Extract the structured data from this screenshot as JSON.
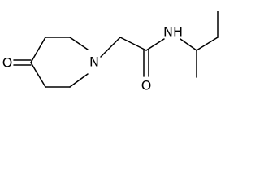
{
  "diagram": {
    "kind": "chemical-structure",
    "atoms": {
      "oxygen_ketone": "O",
      "nitrogen_ring": "N",
      "oxygen_amide": "O",
      "nitrogen_amide": "N",
      "hydrogen_amide": "H"
    },
    "colors": {
      "line": "#000000",
      "background": "#ffffff"
    }
  }
}
